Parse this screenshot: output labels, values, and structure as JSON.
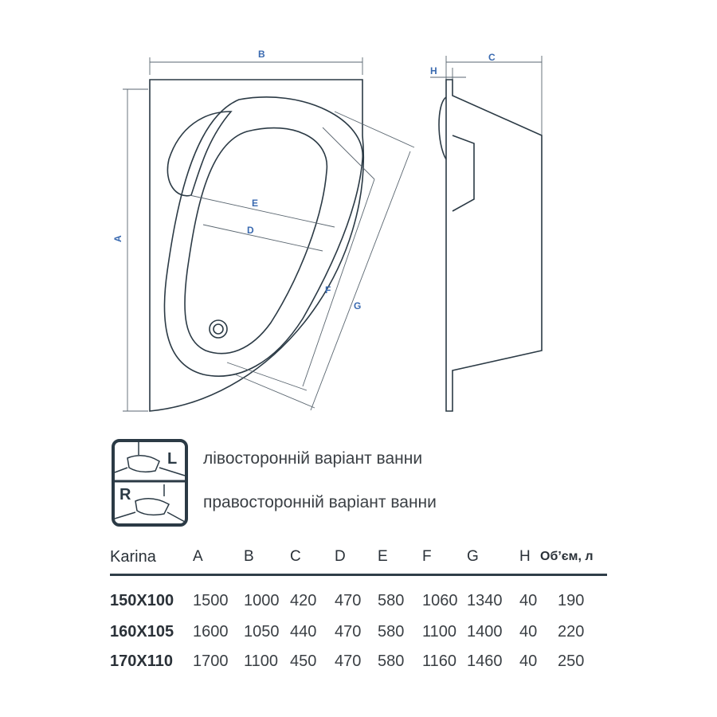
{
  "drawing": {
    "labels": {
      "A": "A",
      "B": "B",
      "C": "C",
      "D": "D",
      "E": "E",
      "F": "F",
      "G": "G",
      "H": "H"
    },
    "line_color": "#2b3a45",
    "label_color": "#3a6ab0"
  },
  "legend": {
    "icon_left_letter": "L",
    "icon_right_letter": "R",
    "left_variant": "лівосторонній варіант ванни",
    "right_variant": "правосторонній варіант ванни"
  },
  "table": {
    "headers": [
      "Karina",
      "A",
      "B",
      "C",
      "D",
      "E",
      "F",
      "G",
      "H",
      "Об’єм, л"
    ],
    "rows": [
      [
        "150X100",
        "1500",
        "1000",
        "420",
        "470",
        "580",
        "1060",
        "1340",
        "40",
        "190"
      ],
      [
        "160X105",
        "1600",
        "1050",
        "440",
        "470",
        "580",
        "1100",
        "1400",
        "40",
        "220"
      ],
      [
        "170X110",
        "1700",
        "1100",
        "450",
        "470",
        "580",
        "1160",
        "1460",
        "40",
        "250"
      ]
    ]
  }
}
